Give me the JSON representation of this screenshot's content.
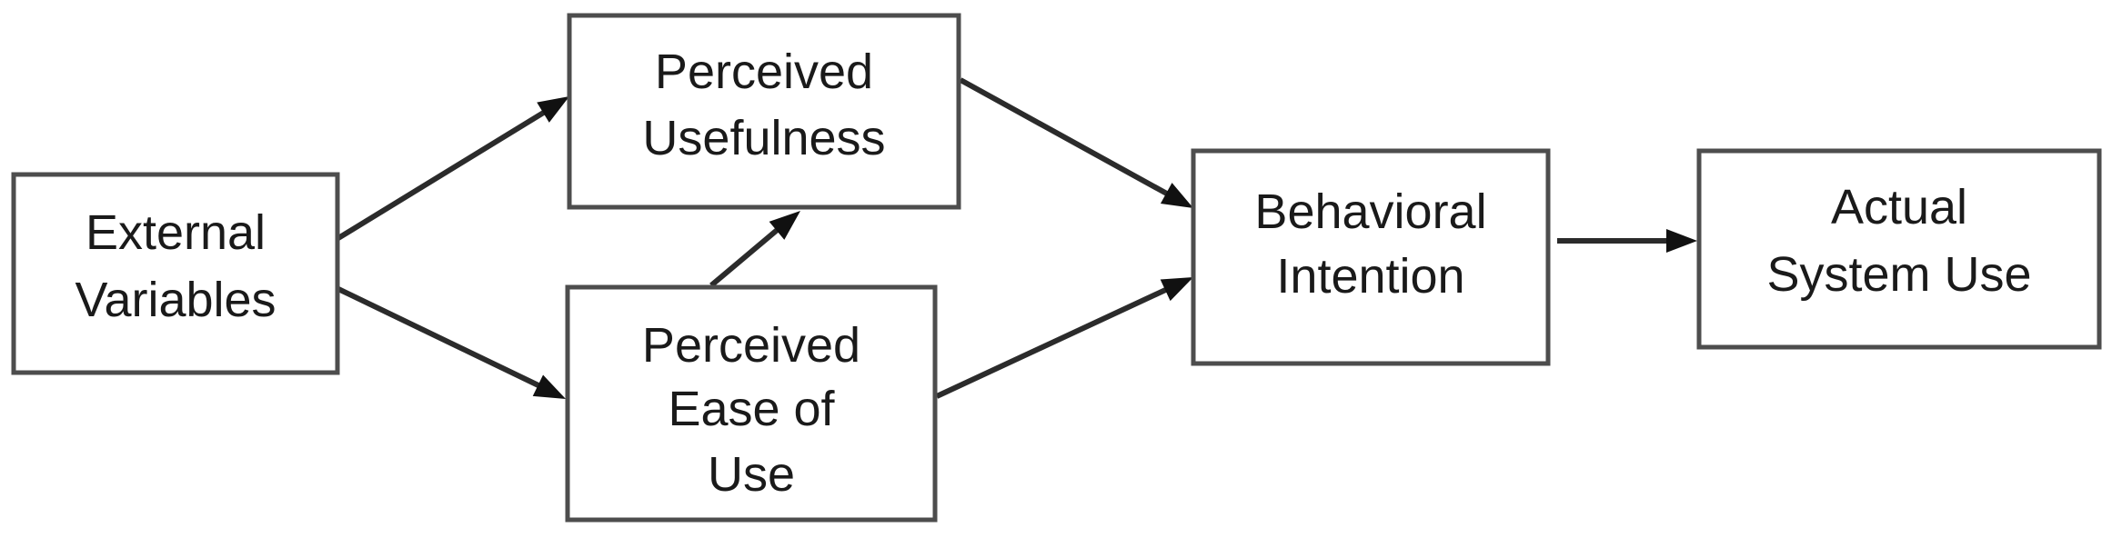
{
  "diagram": {
    "nodes": {
      "external_variables": {
        "line1": "External",
        "line2": "Variables"
      },
      "perceived_usefulness": {
        "line1": "Perceived",
        "line2": "Usefulness"
      },
      "perceived_ease_of_use": {
        "line1": "Perceived",
        "line2": "Ease of",
        "line3": "Use"
      },
      "behavioral_intention": {
        "line1": "Behavioral",
        "line2": "Intention"
      },
      "actual_system_use": {
        "line1": "Actual",
        "line2": "System Use"
      }
    },
    "edges": [
      {
        "from": "external_variables",
        "to": "perceived_usefulness"
      },
      {
        "from": "external_variables",
        "to": "perceived_ease_of_use"
      },
      {
        "from": "perceived_ease_of_use",
        "to": "perceived_usefulness"
      },
      {
        "from": "perceived_usefulness",
        "to": "behavioral_intention"
      },
      {
        "from": "perceived_ease_of_use",
        "to": "behavioral_intention"
      },
      {
        "from": "behavioral_intention",
        "to": "actual_system_use"
      }
    ]
  }
}
